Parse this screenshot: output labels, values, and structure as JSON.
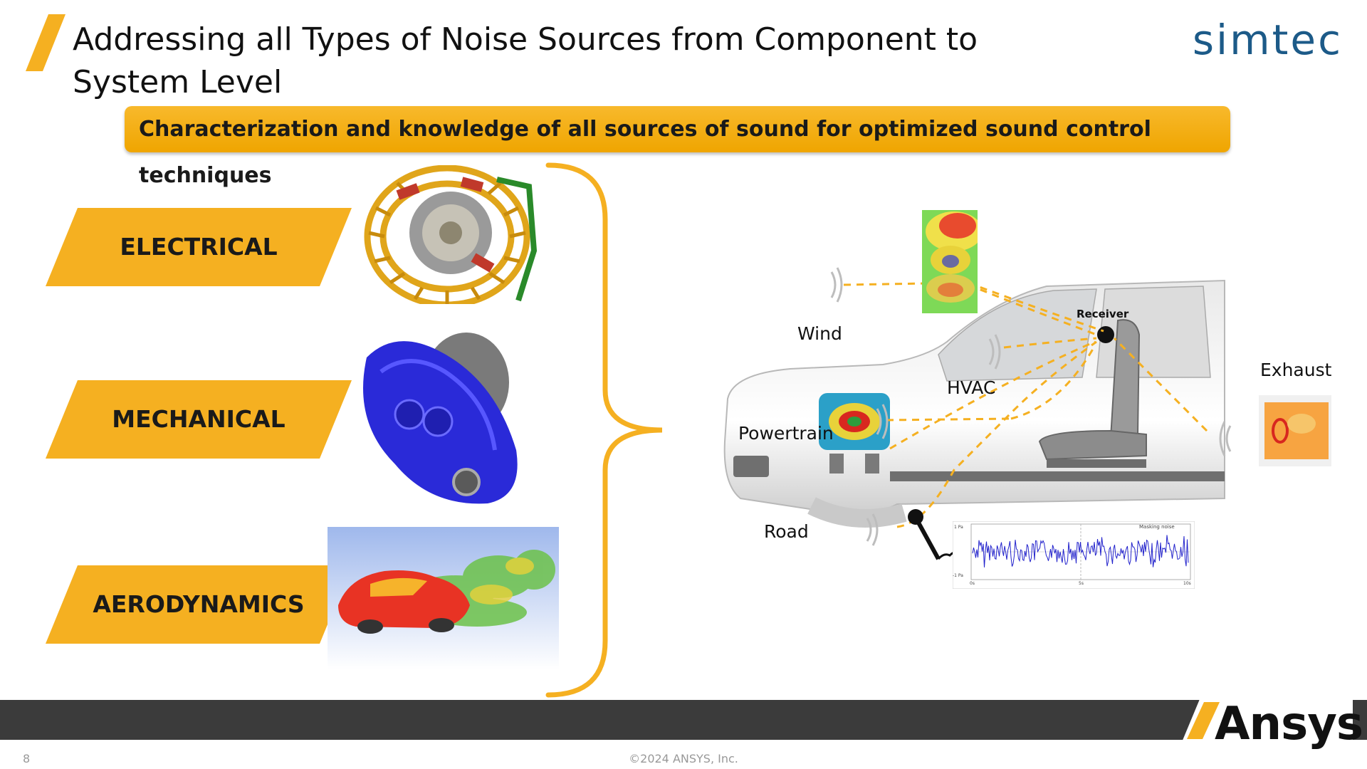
{
  "slide": {
    "title": "Addressing all Types of Noise Sources from Component to System Level",
    "brand_logo": "simtec",
    "banner": "Characterization and knowledge of all sources of sound for optimized sound control techniques",
    "accent_color": "#f5b021"
  },
  "categories": [
    {
      "label": "ELECTRICAL",
      "image": "electric-motor-winding-image"
    },
    {
      "label": "MECHANICAL",
      "image": "gearbox-housing-image"
    },
    {
      "label": "AERODYNAMICS",
      "image": "car-flow-simulation-image"
    }
  ],
  "diagram": {
    "labels": {
      "wind": "Wind",
      "receiver": "Receiver",
      "hvac": "HVAC",
      "powertrain": "Powertrain",
      "exhaust": "Exhaust",
      "road": "Road"
    },
    "waveform": {
      "legend": "Masking noise",
      "y_top": "1 Pa",
      "y_bottom": "-1 Pa",
      "x_ticks": [
        "0s",
        "5s",
        "10s"
      ]
    }
  },
  "footer": {
    "page_number": "8",
    "copyright": "©2024 ANSYS, Inc.",
    "company_logo": "Ansys"
  }
}
